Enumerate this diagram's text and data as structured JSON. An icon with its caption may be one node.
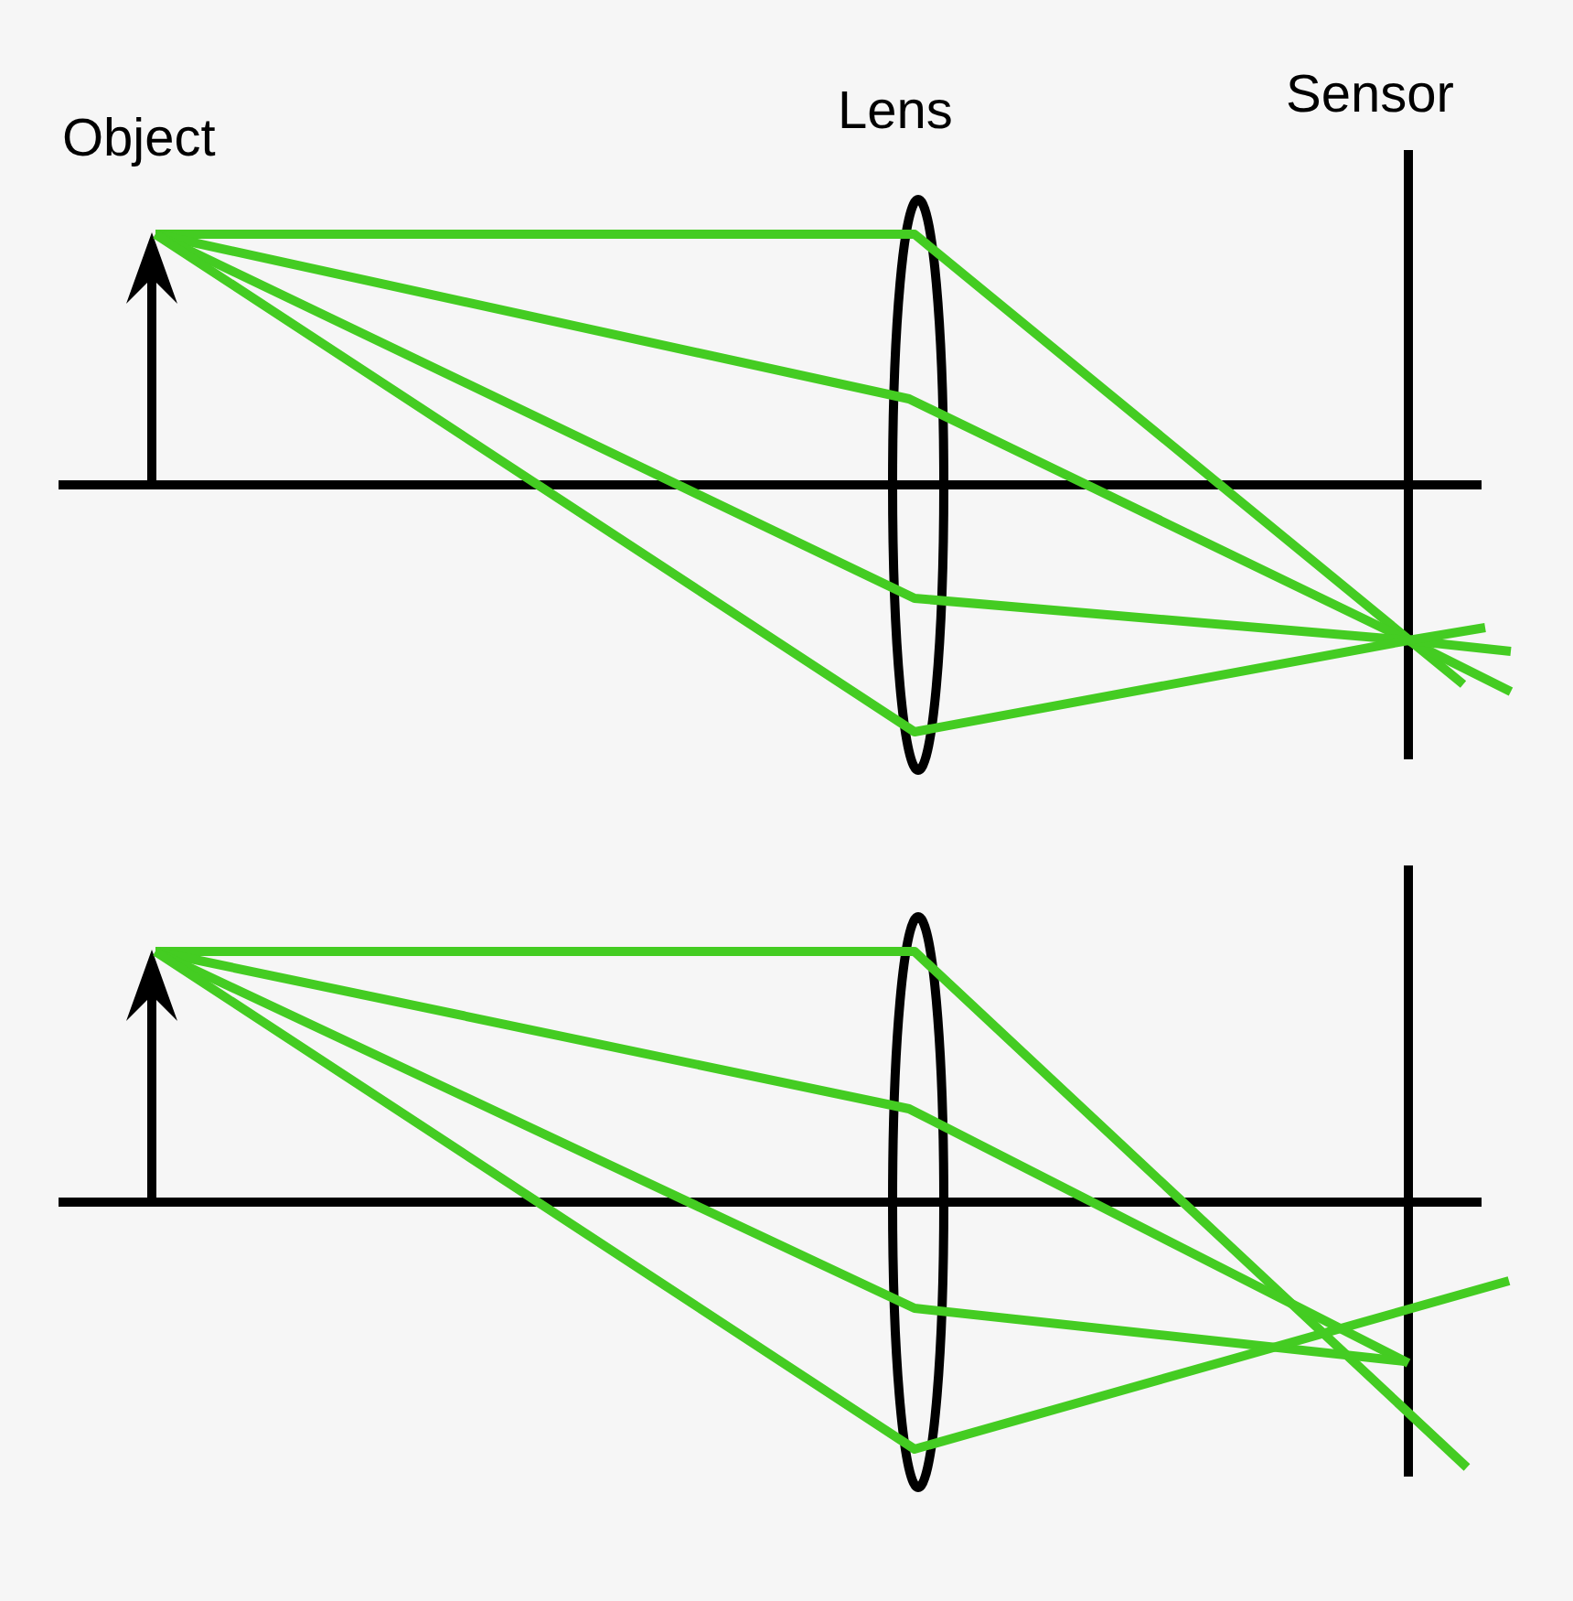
{
  "diagram": {
    "labels": [
      "Object",
      "Lens",
      "Sensor"
    ]
  }
}
